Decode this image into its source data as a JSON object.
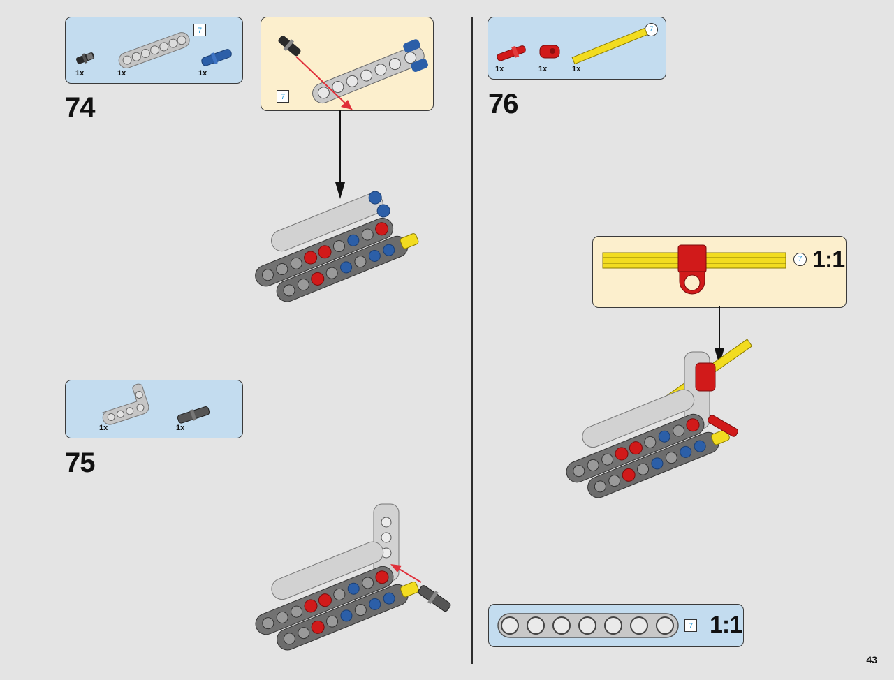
{
  "page_number": "43",
  "steps": {
    "s74": {
      "number": "74",
      "parts_badge": "7",
      "callout_badge": "7",
      "qty": [
        "1x",
        "1x",
        "1x"
      ]
    },
    "s75": {
      "number": "75",
      "qty": [
        "1x",
        "1x"
      ]
    },
    "s76": {
      "number": "76",
      "parts_badge": "7",
      "qty": [
        "1x",
        "1x",
        "1x"
      ],
      "callout_badge": "7",
      "callout_scale": "1:1"
    }
  },
  "beam_ruler": {
    "badge": "7",
    "scale": "1:1"
  },
  "colors": {
    "part_red": "#d11a1a",
    "part_blue": "#2c5fa8",
    "part_yellow": "#f2dc20",
    "part_gray": "#b8b8b8",
    "part_dark_gray": "#6e6e6e",
    "part_black": "#2a2a2a",
    "arrow_red": "#e0303a"
  },
  "icons": [
    "pin-icon",
    "beam-icon",
    "axle-icon",
    "axle-connector-icon",
    "l-beam-icon",
    "arrow-icon"
  ]
}
